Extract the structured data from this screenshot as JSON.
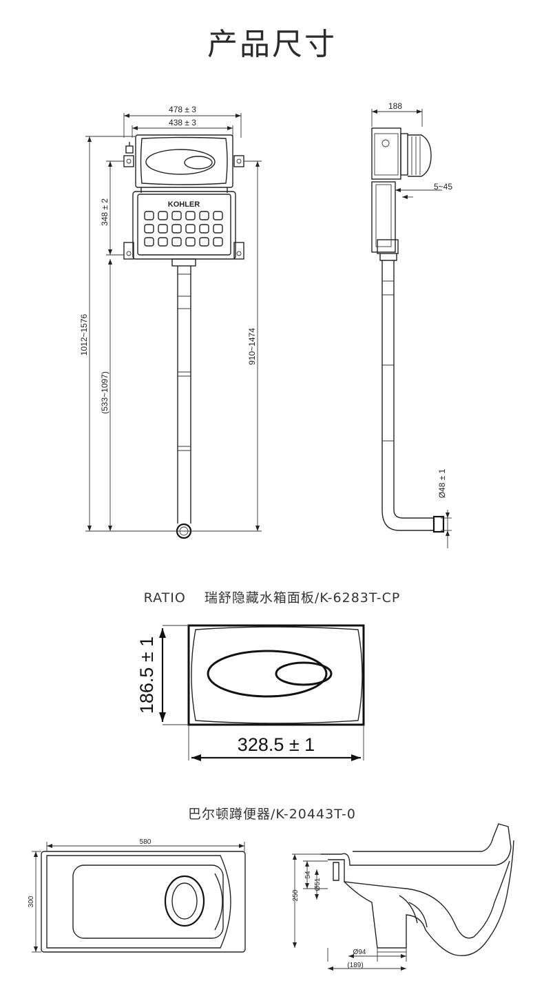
{
  "title": "产品尺寸",
  "tank": {
    "width_outer": "478 ± 3",
    "width_inner": "438 ± 3",
    "depth": "188",
    "height_mid": "348 ± 2",
    "height_total": "1012~1576",
    "height_range": "(533~1097)",
    "height_main": "910~1474",
    "offset": "5~45",
    "pipe_diameter": "Ø48 ± 1",
    "brand": "KOHLER"
  },
  "panel": {
    "caption": "RATIO　 瑞舒隐藏水箱面板/K-6283T-CP",
    "height": "186.5 ± 1",
    "width": "328.5 ± 1"
  },
  "toilet": {
    "caption": "巴尔顿蹲便器/K-20443T-0",
    "length": "580",
    "width": "300",
    "h54": "54",
    "h250": "250",
    "d51": "Ø51",
    "d94": "Ø94",
    "w189": "(189)"
  }
}
